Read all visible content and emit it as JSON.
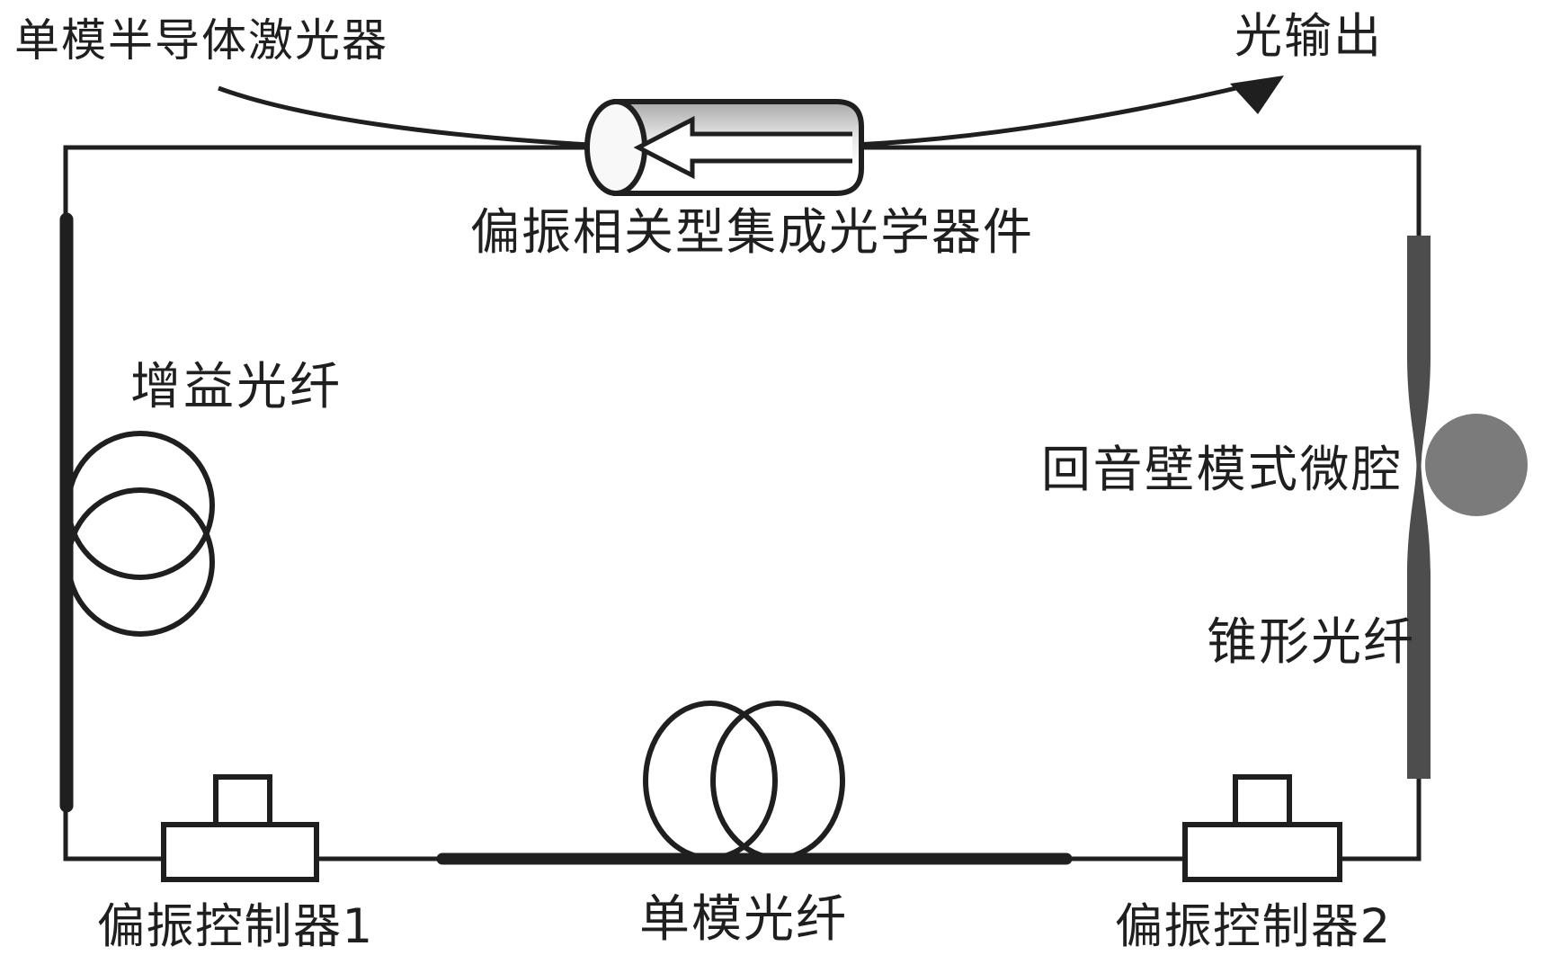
{
  "diagram": {
    "labels": {
      "laser": "单模半导体激光器",
      "output": "光输出",
      "integrated_device": "偏振相关型集成光学器件",
      "gain_fiber": "增益光纤",
      "microcavity": "回音壁模式微腔",
      "tapered_fiber": "锥形光纤",
      "pc1": "偏振控制器1",
      "smf": "单模光纤",
      "pc2": "偏振控制器2"
    },
    "colors": {
      "ink": "#1f1f1f",
      "taper": "#4d4d4d",
      "cavity": "#7b7b7b",
      "paper": "#ffffff"
    }
  }
}
